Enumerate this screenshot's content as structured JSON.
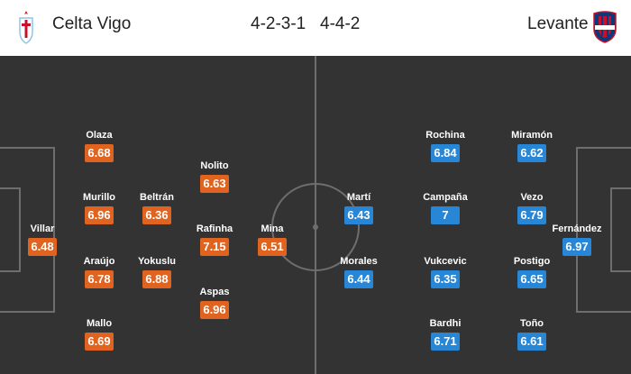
{
  "header": {
    "home_team": "Celta Vigo",
    "home_formation": "4-2-3-1",
    "away_formation": "4-4-2",
    "away_team": "Levante",
    "home_crest_icon": "celta-vigo-crest-icon",
    "away_crest_icon": "levante-crest-icon"
  },
  "colors": {
    "pitch": "#333333",
    "lines": "#6e6e6e",
    "home_rating": "#e0631f",
    "away_rating": "#2886d6"
  },
  "home_players": [
    {
      "name": "Villar",
      "rating": "6.48"
    },
    {
      "name": "Olaza",
      "rating": "6.68"
    },
    {
      "name": "Murillo",
      "rating": "6.96"
    },
    {
      "name": "Araújo",
      "rating": "6.78"
    },
    {
      "name": "Mallo",
      "rating": "6.69"
    },
    {
      "name": "Beltrán",
      "rating": "6.36"
    },
    {
      "name": "Yokuslu",
      "rating": "6.88"
    },
    {
      "name": "Nolito",
      "rating": "6.63"
    },
    {
      "name": "Rafinha",
      "rating": "7.15"
    },
    {
      "name": "Aspas",
      "rating": "6.96"
    },
    {
      "name": "Mina",
      "rating": "6.51"
    }
  ],
  "away_players": [
    {
      "name": "Martí",
      "rating": "6.43"
    },
    {
      "name": "Morales",
      "rating": "6.44"
    },
    {
      "name": "Rochina",
      "rating": "6.84"
    },
    {
      "name": "Campaña",
      "rating": "7"
    },
    {
      "name": "Vukcevic",
      "rating": "6.35"
    },
    {
      "name": "Bardhi",
      "rating": "6.71"
    },
    {
      "name": "Miramón",
      "rating": "6.62"
    },
    {
      "name": "Vezo",
      "rating": "6.79"
    },
    {
      "name": "Postigo",
      "rating": "6.65"
    },
    {
      "name": "Toño",
      "rating": "6.61"
    },
    {
      "name": "Fernández",
      "rating": "6.97"
    }
  ]
}
